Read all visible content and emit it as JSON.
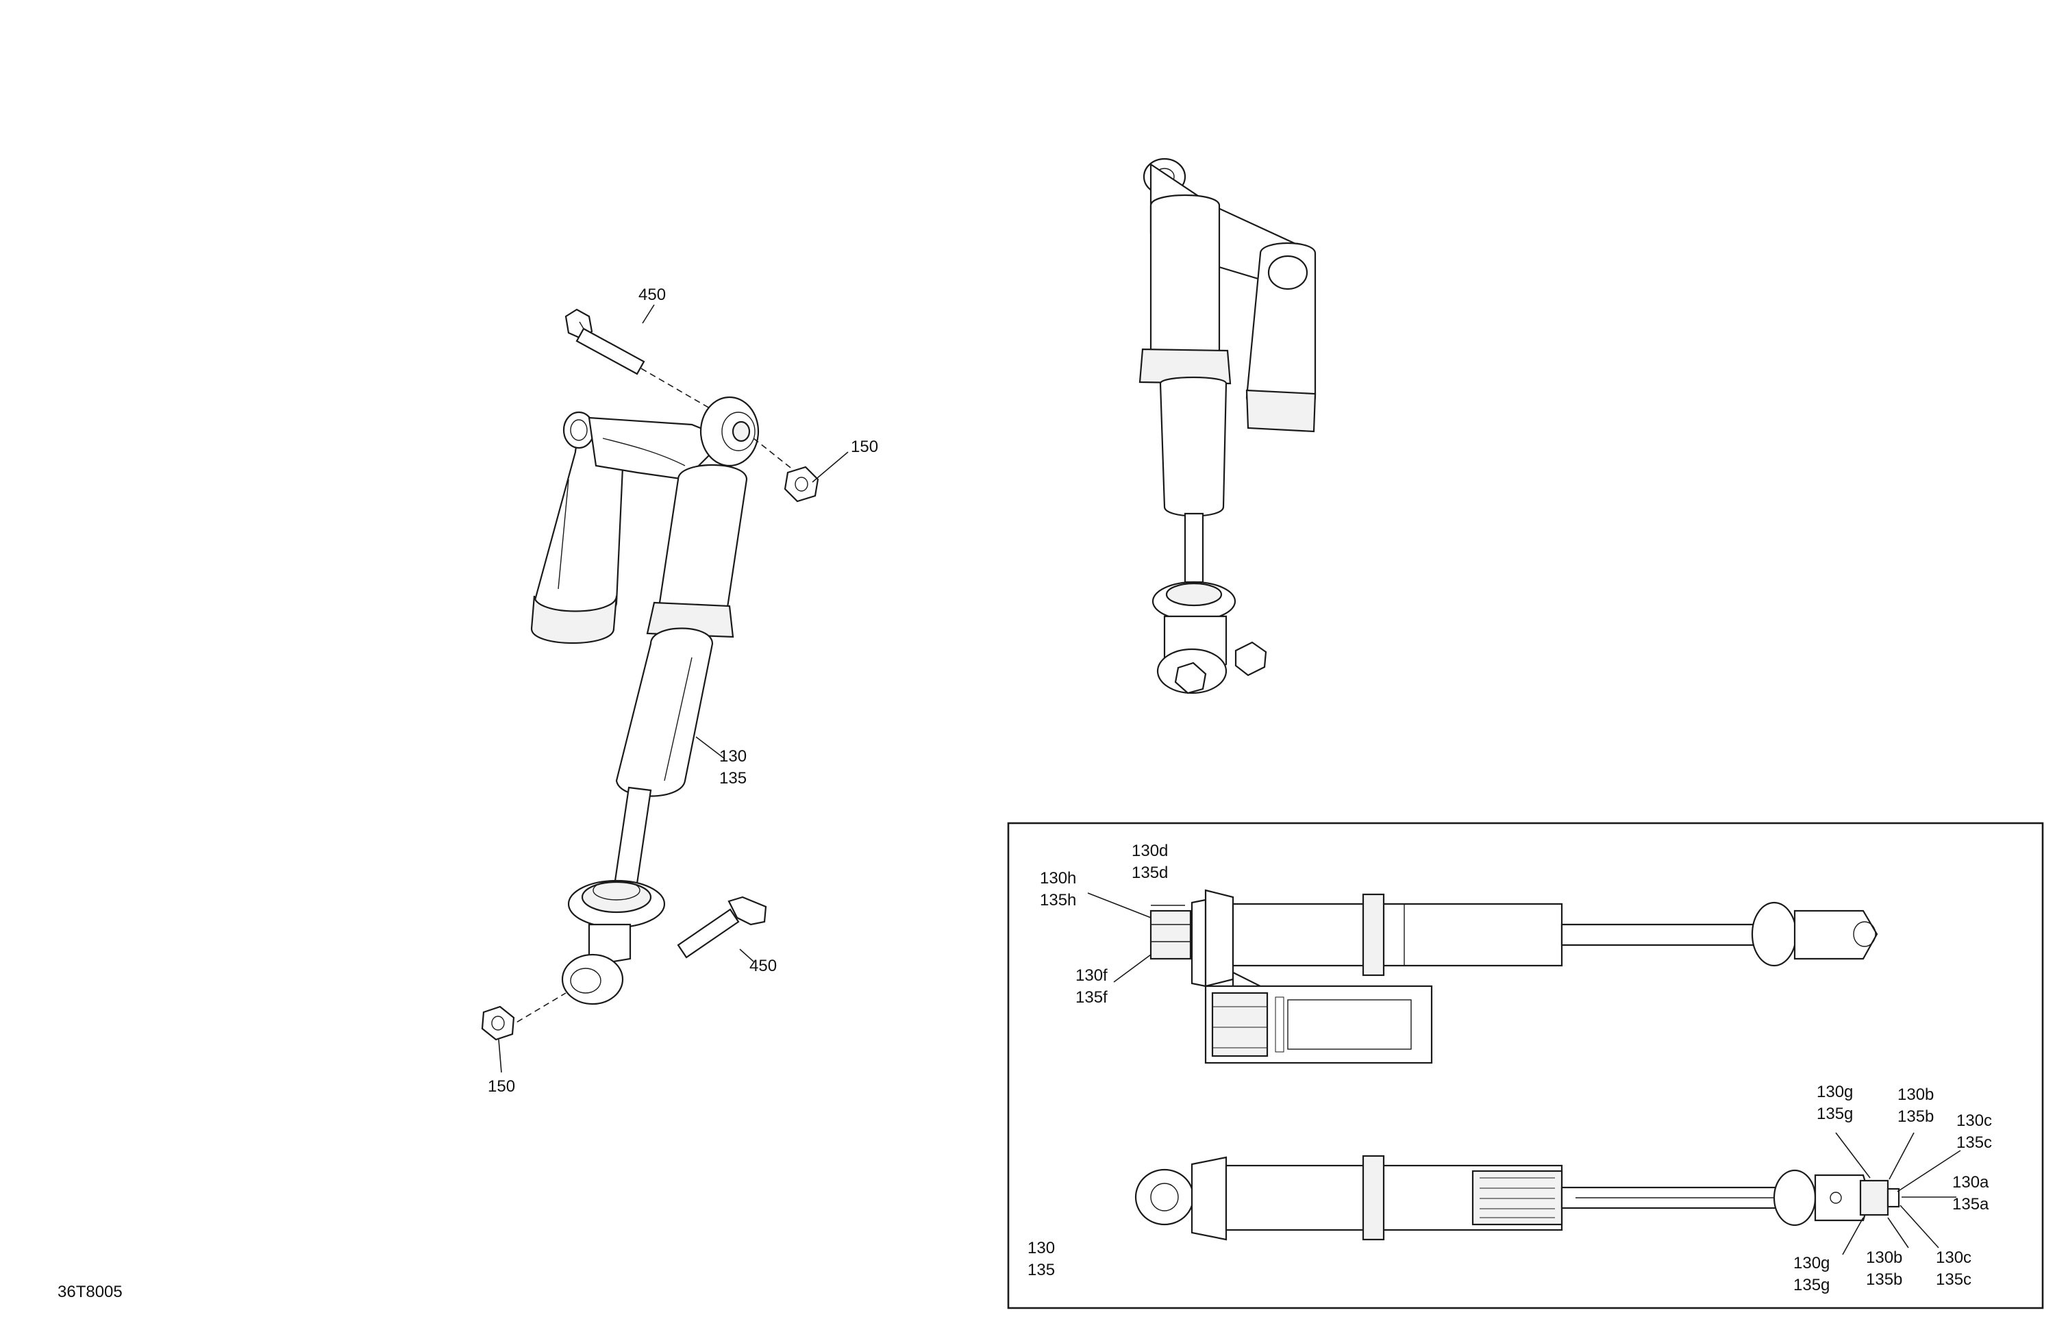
{
  "drawing_code": "36T8005",
  "callouts": {
    "bolt_top": "450",
    "bolt_bottom": "450",
    "nut_top": "150",
    "nut_bottom": "150",
    "shock_main": [
      "130",
      "135"
    ],
    "inset_generic": [
      "130",
      "135"
    ],
    "inset_d": [
      "130d",
      "135d"
    ],
    "inset_h": [
      "130h",
      "135h"
    ],
    "inset_f": [
      "130f",
      "135f"
    ],
    "inset_g_top": [
      "130g",
      "135g"
    ],
    "inset_b_top": [
      "130b",
      "135b"
    ],
    "inset_c_top": [
      "130c",
      "135c"
    ],
    "inset_a": [
      "130a",
      "135a"
    ],
    "inset_g_bottom": [
      "130g",
      "135g"
    ],
    "inset_b_bottom": [
      "130b",
      "135b"
    ],
    "inset_c_bottom": [
      "130c",
      "135c"
    ]
  }
}
